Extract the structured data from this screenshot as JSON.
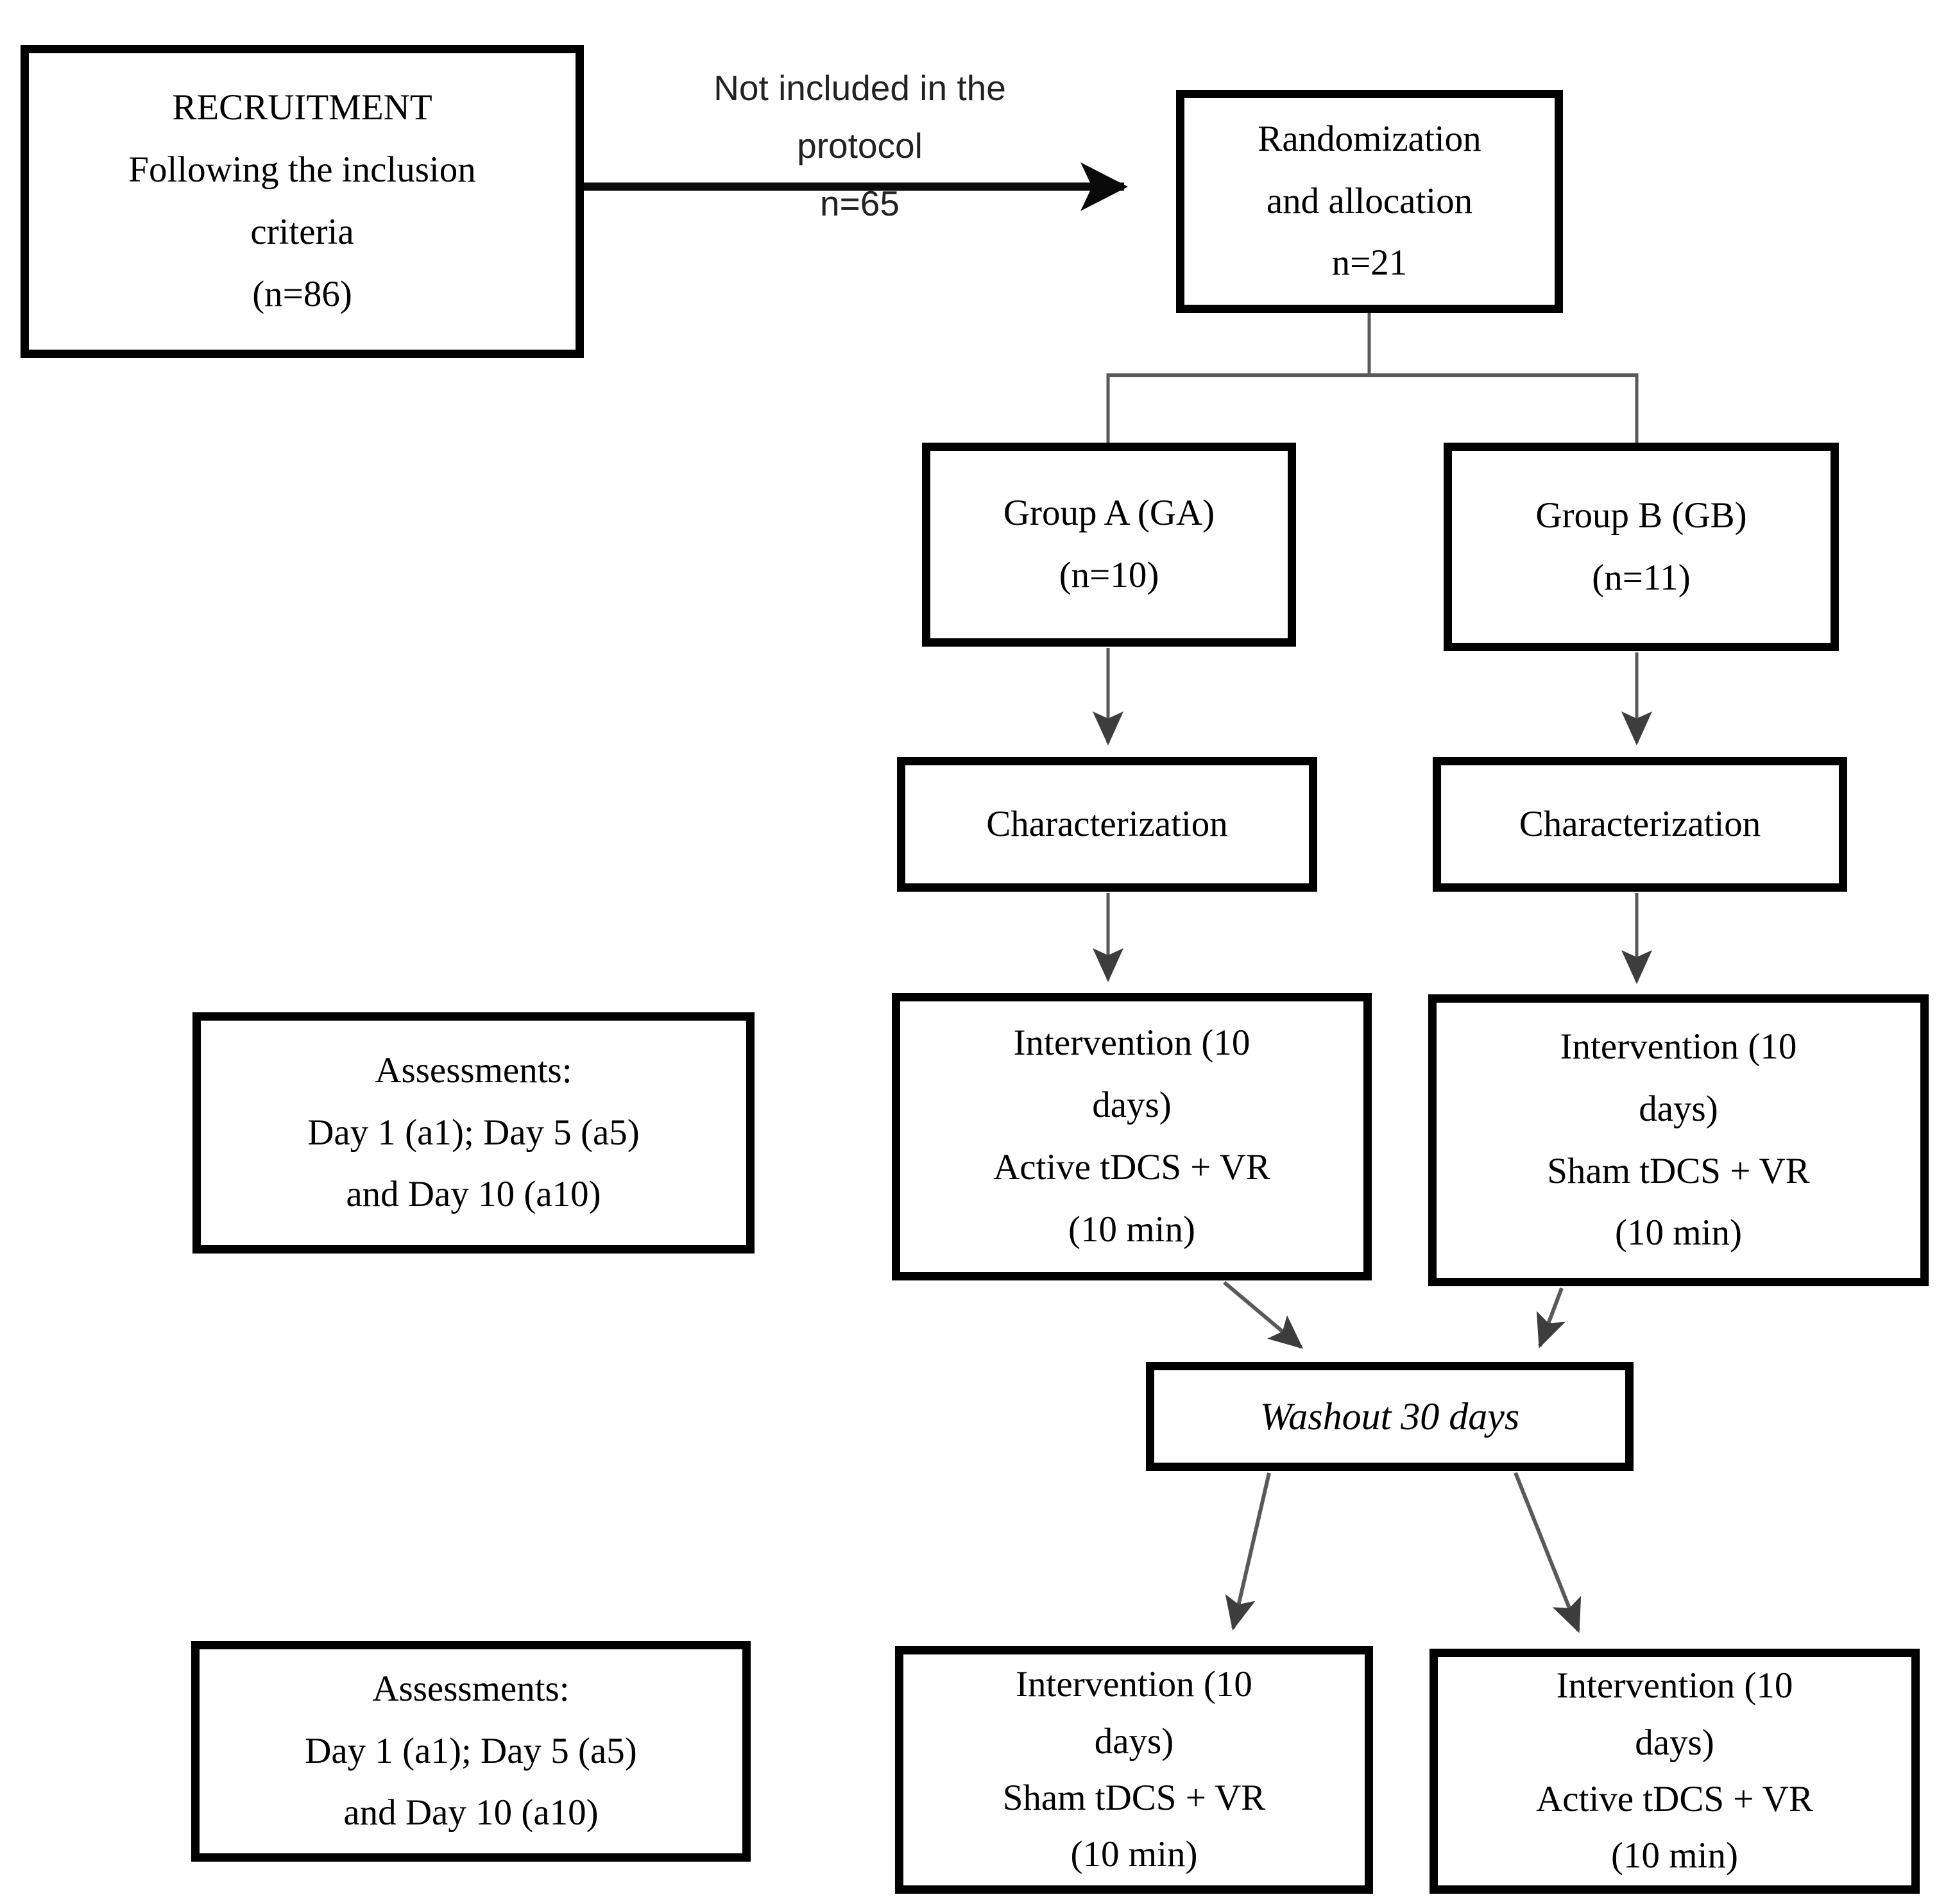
{
  "figure": {
    "type": "flowchart",
    "background_color": "#ffffff",
    "box_border_color": "#000000",
    "text_color": "#000000",
    "connector_color": "#595959",
    "arrowhead_color": "#3d3d3d",
    "main_arrow_color": "#0a0a0a",
    "nodes": {
      "recruitment": {
        "text": "RECRUITMENT\nFollowing the inclusion\ncriteria\n(n=86)"
      },
      "not_included_note": {
        "text": "Not included in the\nprotocol\nn=65"
      },
      "randomization": {
        "text": "Randomization\nand allocation\nn=21"
      },
      "group_a": {
        "text": "Group A (GA)\n(n=10)"
      },
      "group_b": {
        "text": "Group B (GB)\n(n=11)"
      },
      "characterization_a": {
        "text": "Characterization"
      },
      "characterization_b": {
        "text": "Characterization"
      },
      "assessments_phase1": {
        "text": "Assessments:\nDay 1 (a1); Day 5 (a5)\nand Day 10 (a10)"
      },
      "intervention_phase1_group_a": {
        "text": "Intervention (10\ndays)\nActive tDCS + VR\n(10 min)"
      },
      "intervention_phase1_group_b": {
        "text": "Intervention (10\ndays)\nSham tDCS + VR\n(10 min)"
      },
      "washout": {
        "text": "Washout 30 days"
      },
      "assessments_phase2": {
        "text": "Assessments:\nDay 1 (a1); Day 5 (a5)\nand Day 10 (a10)"
      },
      "intervention_phase2_group_a": {
        "text": "Intervention (10\ndays)\nSham tDCS + VR\n(10 min)"
      },
      "intervention_phase2_group_b": {
        "text": "Intervention (10\ndays)\nActive tDCS + VR\n(10 min)"
      }
    },
    "edges": [
      {
        "from": "recruitment",
        "to": "randomization",
        "label": "Not included in the protocol n=65"
      },
      {
        "from": "randomization",
        "to": "group_a"
      },
      {
        "from": "randomization",
        "to": "group_b"
      },
      {
        "from": "group_a",
        "to": "characterization_a"
      },
      {
        "from": "group_b",
        "to": "characterization_b"
      },
      {
        "from": "characterization_a",
        "to": "intervention_phase1_group_a"
      },
      {
        "from": "characterization_b",
        "to": "intervention_phase1_group_b"
      },
      {
        "from": "intervention_phase1_group_a",
        "to": "washout"
      },
      {
        "from": "intervention_phase1_group_b",
        "to": "washout"
      },
      {
        "from": "washout",
        "to": "intervention_phase2_group_a"
      },
      {
        "from": "washout",
        "to": "intervention_phase2_group_b"
      }
    ]
  }
}
